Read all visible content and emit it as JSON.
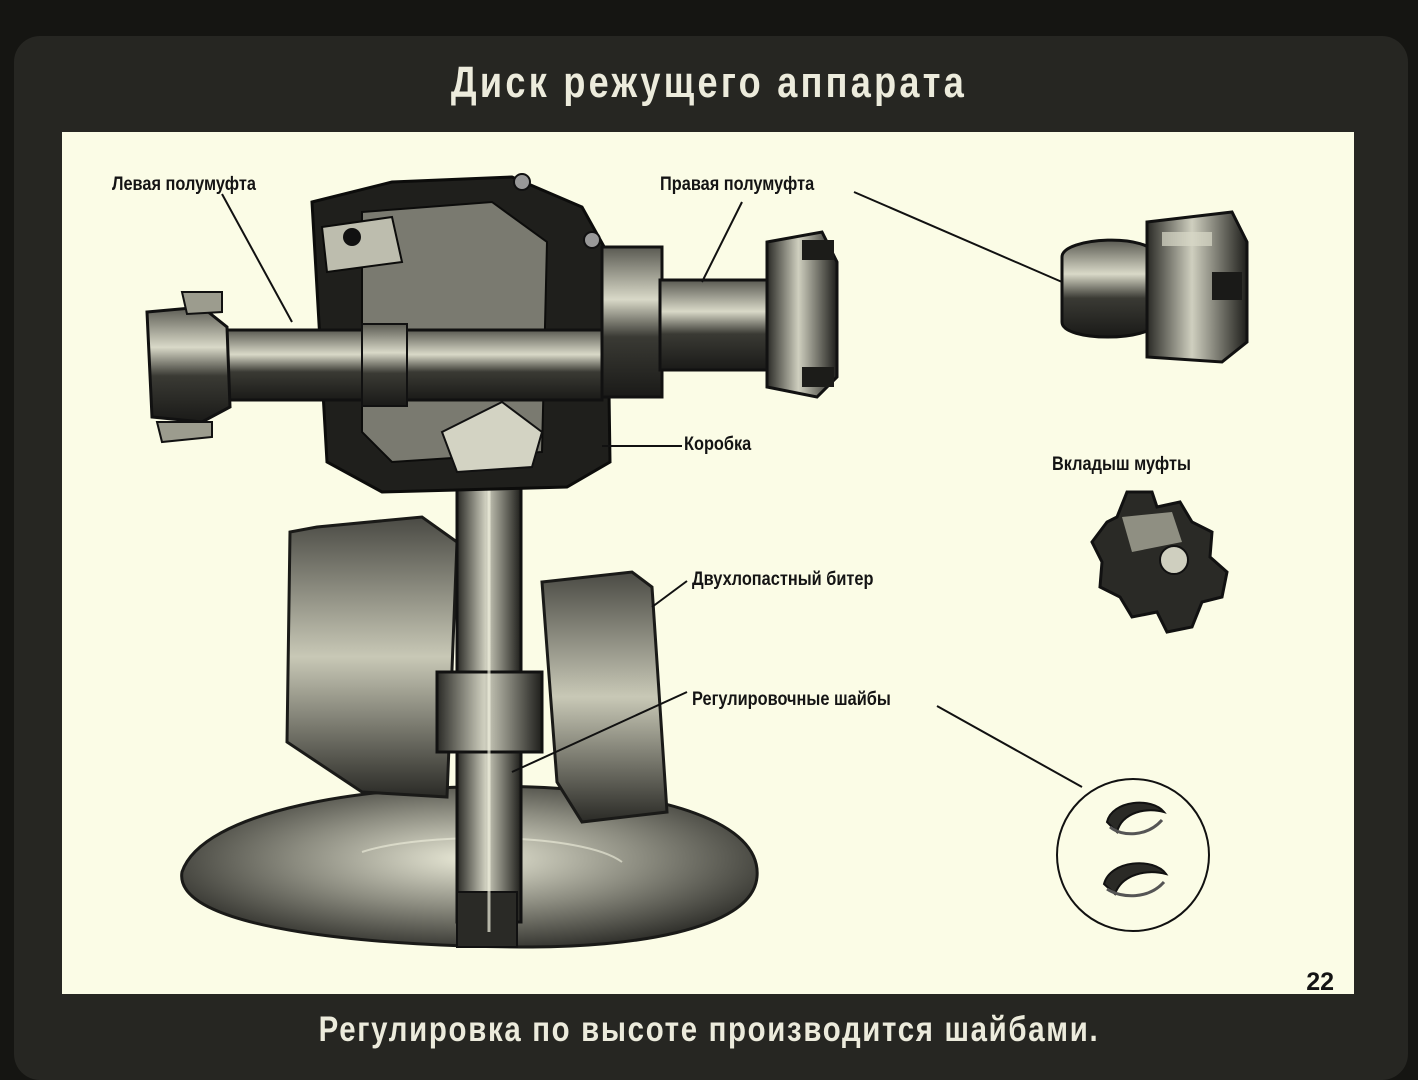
{
  "slide": {
    "title": "Диск режущего аппарата",
    "caption": "Регулировка по высоте производится шайбами.",
    "page_number": "22"
  },
  "labels": {
    "left_half_coupling": "Левая полумуфта",
    "right_half_coupling": "Правая полумуфта",
    "gearbox": "Коробка",
    "coupling_insert": "Вкладыш муфты",
    "two_blade_beater": "Двухлопастный битер",
    "adjusting_washers": "Регулировочные шайбы"
  },
  "colors": {
    "background": "#151512",
    "panel": "#fbfce6",
    "ink": "#141414",
    "title_text": "#ecebdc"
  }
}
